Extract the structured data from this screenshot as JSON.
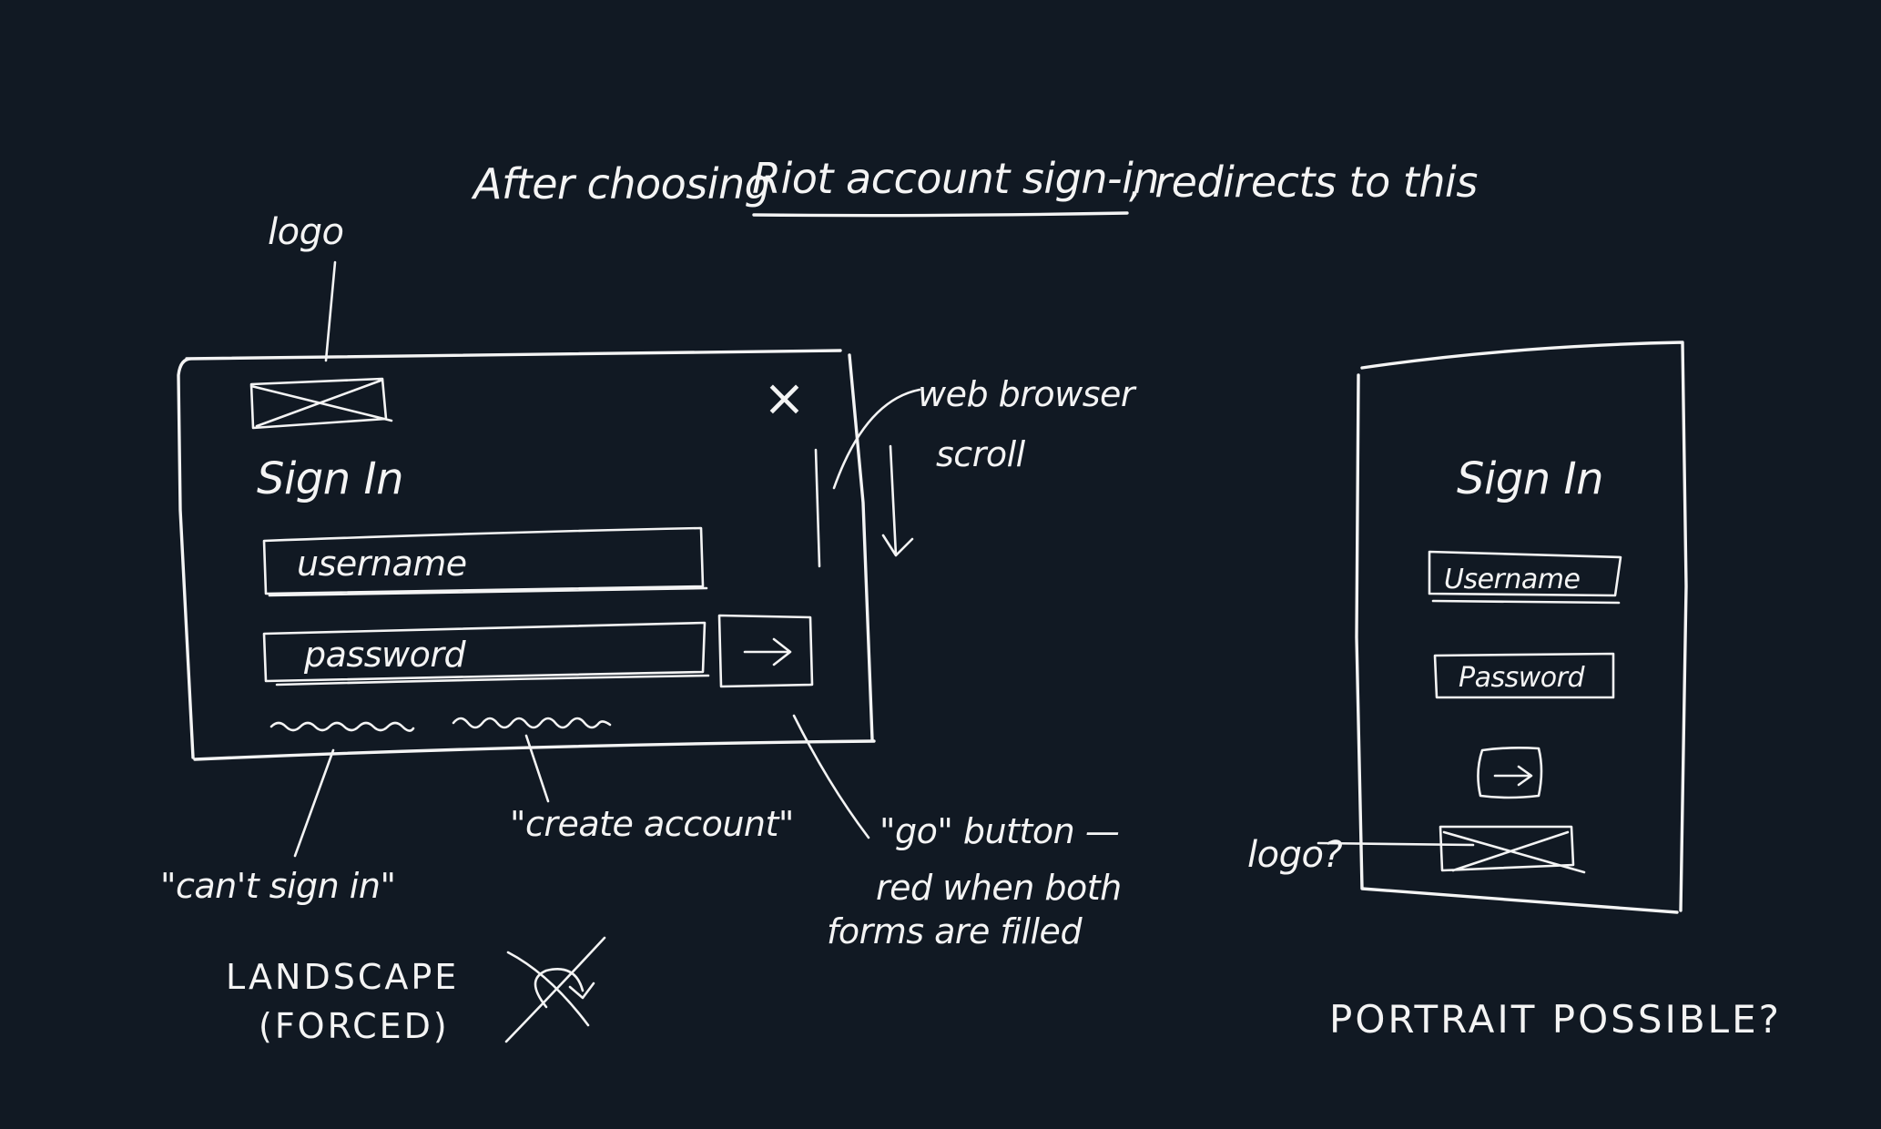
{
  "title": {
    "prefix": "After choosing",
    "underlined": "Riot account sign-in",
    "suffix": ", redirects to this"
  },
  "landscape": {
    "logo_callout": "logo",
    "close_glyph": "×",
    "heading": "Sign In",
    "username_placeholder": "username",
    "password_placeholder": "password",
    "go_glyph": "→",
    "scroll_note_line1": "web browser",
    "scroll_note_line2": "scroll",
    "cant_sign_in_note": "\"can't sign in\"",
    "create_account_note": "\"create account\"",
    "go_note_line1": "\"go\" button —",
    "go_note_line2": "red when both",
    "go_note_line3": "forms are filled",
    "orientation_line1": "LANDSCAPE",
    "orientation_line2": "(FORCED)",
    "rotate_icon": "rotate-blocked-icon"
  },
  "portrait": {
    "heading": "Sign In",
    "username_placeholder": "Username",
    "password_placeholder": "Password",
    "go_glyph": "→",
    "logo_note": "logo?",
    "question": "PORTRAIT  POSSIBLE?"
  },
  "colors": {
    "background": "#111923",
    "ink": "#f4f4f4"
  }
}
